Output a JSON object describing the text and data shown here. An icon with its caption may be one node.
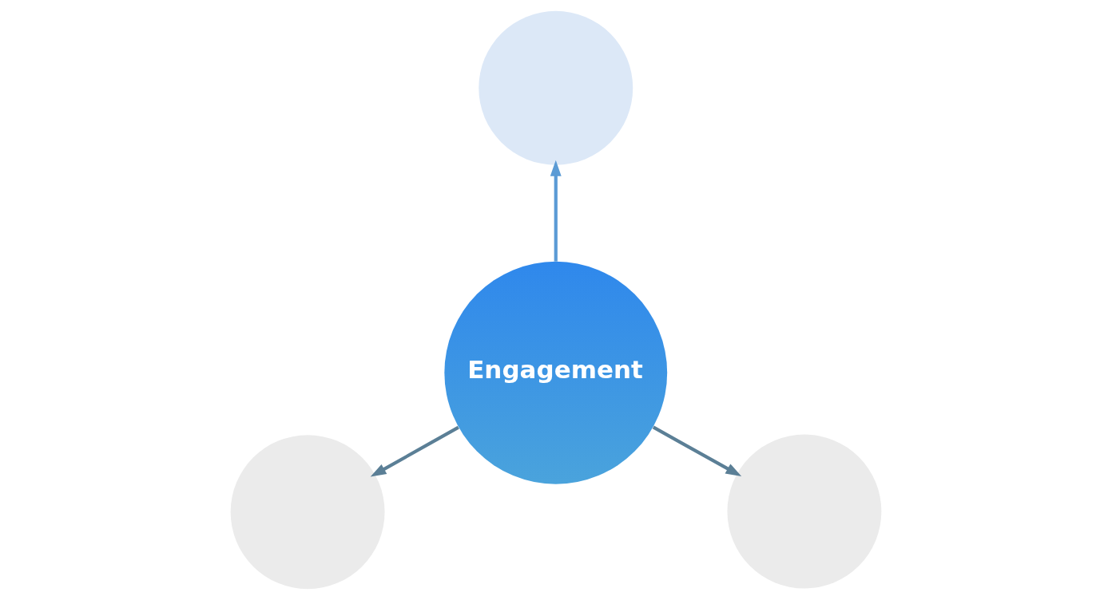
{
  "diagram": {
    "nodes": [
      {
        "text": [],
        "shape": "circle"
      },
      {
        "text": [
          "Engagement"
        ]
      },
      {
        "text": [],
        "shape": "circle"
      },
      {
        "text": [],
        "shape": "circle"
      }
    ],
    "edges": [
      {
        "from": 1,
        "to": 0,
        "arrow": "to",
        "color": "#5b9bd5"
      },
      {
        "from": 1,
        "to": 2,
        "arrow": "to"
      },
      {
        "from": 1,
        "to": 3,
        "arrow": "to"
      }
    ]
  }
}
